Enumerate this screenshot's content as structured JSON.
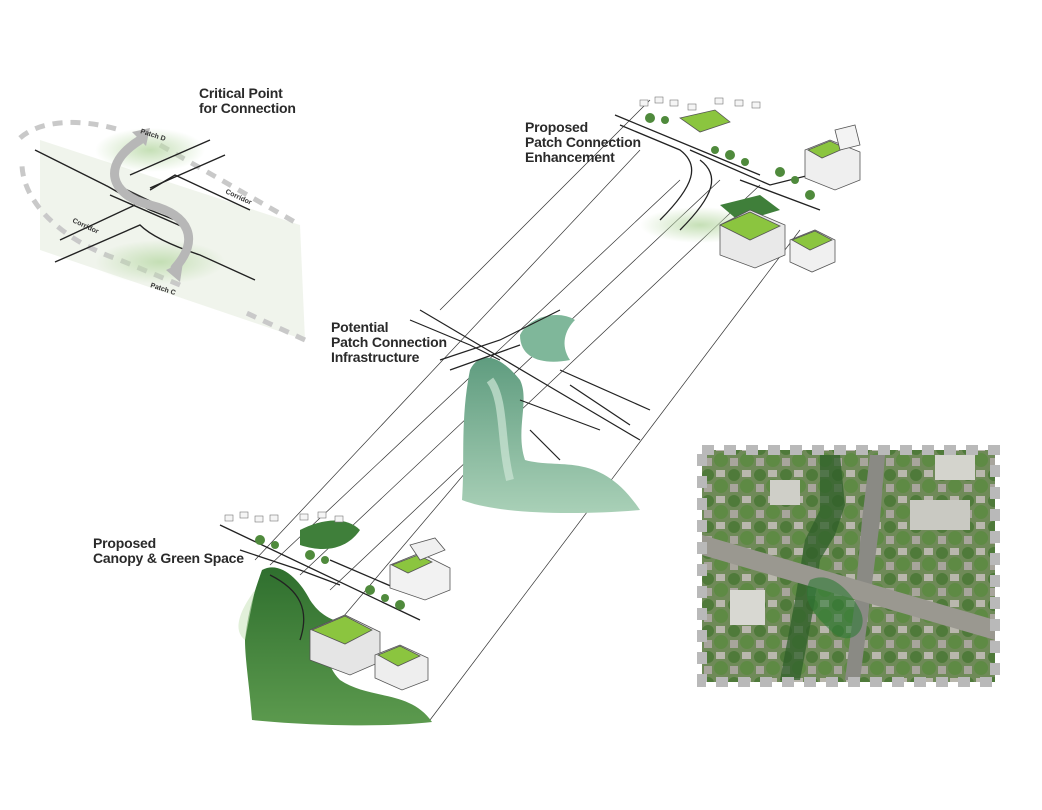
{
  "labels": {
    "critical_point": [
      "Critical Point",
      "for Connection"
    ],
    "enhancement": [
      "Proposed",
      "Patch Connection",
      "Enhancement"
    ],
    "infrastructure": [
      "Potential",
      "Patch Connection",
      "Infrastructure"
    ],
    "canopy": [
      "Proposed",
      "Canopy & Green Space"
    ]
  },
  "inset_labels": {
    "patch_d": "Patch D",
    "patch_c": "Patch C",
    "corridor_upper": "Corridor",
    "corridor_lower": "Corridor"
  },
  "colors": {
    "green_dark": "#3f7f3a",
    "green_mid": "#6aa36a",
    "green_teal": "#7fb79a",
    "green_light": "#cfe6c2",
    "bright_green": "#8bc53f",
    "corridor_fill": "#eef3ea",
    "dash": "#c9c9c9",
    "line": "#222222"
  }
}
